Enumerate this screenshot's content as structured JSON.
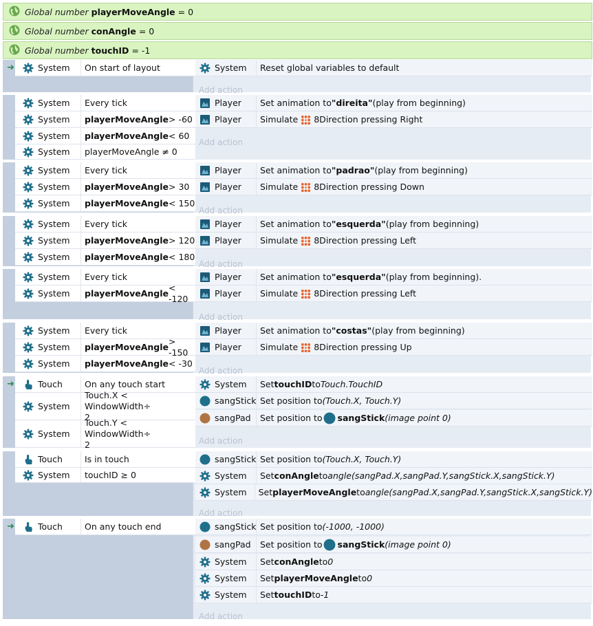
{
  "globals": [
    {
      "keyword": "Global number",
      "name": "playerMoveAngle",
      "value": "= 0"
    },
    {
      "keyword": "Global number",
      "name": "conAngle",
      "value": "= 0"
    },
    {
      "keyword": "Global number",
      "name": "touchID",
      "value": "= -1"
    }
  ],
  "add_action": "Add action",
  "objects": {
    "system": "System",
    "player": "Player",
    "touch": "Touch",
    "sangStick": "sangStick",
    "sangPad": "sangPad"
  },
  "events": [
    {
      "conditions": [
        {
          "obj": "System",
          "text": "On start of layout",
          "trigger": true
        }
      ],
      "actions": [
        {
          "obj": "System",
          "text": "Reset global variables to default"
        }
      ]
    },
    {
      "conditions": [
        {
          "obj": "System",
          "text": "Every tick"
        },
        {
          "obj": "System",
          "bold": "playerMoveAngle",
          "rest": " > -60"
        },
        {
          "obj": "System",
          "bold": "playerMoveAngle",
          "rest": " < 60"
        },
        {
          "obj": "System",
          "text": "playerMoveAngle ≠ 0"
        }
      ],
      "actions": [
        {
          "obj": "Player",
          "pre": "Set animation to ",
          "bold": "\"direita\"",
          "post": " (play from beginning)"
        },
        {
          "obj": "Player",
          "pre": "Simulate ",
          "beh": "8Direction",
          "post": " pressing Right"
        }
      ]
    },
    {
      "conditions": [
        {
          "obj": "System",
          "text": "Every tick"
        },
        {
          "obj": "System",
          "bold": "playerMoveAngle",
          "rest": " > 30"
        },
        {
          "obj": "System",
          "bold": "playerMoveAngle",
          "rest": " < 150"
        }
      ],
      "actions": [
        {
          "obj": "Player",
          "pre": "Set animation to ",
          "bold": "\"padrao\"",
          "post": " (play from beginning)"
        },
        {
          "obj": "Player",
          "pre": "Simulate ",
          "beh": "8Direction",
          "post": " pressing Down"
        }
      ]
    },
    {
      "conditions": [
        {
          "obj": "System",
          "text": "Every tick"
        },
        {
          "obj": "System",
          "bold": "playerMoveAngle",
          "rest": " > 120"
        },
        {
          "obj": "System",
          "bold": "playerMoveAngle",
          "rest": " < 180"
        }
      ],
      "actions": [
        {
          "obj": "Player",
          "pre": "Set animation to ",
          "bold": "\"esquerda\"",
          "post": " (play from beginning)"
        },
        {
          "obj": "Player",
          "pre": "Simulate ",
          "beh": "8Direction",
          "post": " pressing Left"
        }
      ]
    },
    {
      "conditions": [
        {
          "obj": "System",
          "text": "Every tick"
        },
        {
          "obj": "System",
          "bold": "playerMoveAngle",
          "rest": " < -120"
        }
      ],
      "actions": [
        {
          "obj": "Player",
          "pre": "Set animation to ",
          "bold": "\"esquerda\"",
          "post": " (play from beginning)."
        },
        {
          "obj": "Player",
          "pre": "Simulate ",
          "beh": "8Direction",
          "post": " pressing Left"
        }
      ]
    },
    {
      "conditions": [
        {
          "obj": "System",
          "text": "Every tick"
        },
        {
          "obj": "System",
          "bold": "playerMoveAngle",
          "rest": " > -150"
        },
        {
          "obj": "System",
          "bold": "playerMoveAngle",
          "rest": " < -30"
        }
      ],
      "actions": [
        {
          "obj": "Player",
          "pre": "Set animation to ",
          "bold": "\"costas\"",
          "post": " (play from beginning)"
        },
        {
          "obj": "Player",
          "pre": "Simulate ",
          "beh": "8Direction",
          "post": " pressing Up"
        }
      ]
    },
    {
      "conditions": [
        {
          "obj": "Touch",
          "text": "On any touch start",
          "trigger": true
        },
        {
          "obj": "System",
          "text": "Touch.X < WindowWidth÷\n2"
        },
        {
          "obj": "System",
          "text": "Touch.Y < WindowWidth÷\n2"
        }
      ],
      "actions": [
        {
          "obj": "System",
          "pre": "Set ",
          "bold": "touchID",
          "post": " to ",
          "ital": "Touch.TouchID"
        },
        {
          "obj": "sangStick",
          "pre": "Set position to ",
          "ital": "(Touch.X, Touch.Y)"
        },
        {
          "obj": "sangPad",
          "pre": "Set position to ",
          "ref": "sangStick",
          "ital": " (image point 0)"
        }
      ]
    },
    {
      "conditions": [
        {
          "obj": "Touch",
          "text": "Is in touch"
        },
        {
          "obj": "System",
          "text": "touchID ≥ 0"
        }
      ],
      "actions": [
        {
          "obj": "sangStick",
          "pre": "Set position to ",
          "ital": "(Touch.X, Touch.Y)"
        },
        {
          "obj": "System",
          "pre": "Set ",
          "bold": "conAngle",
          "post": " to ",
          "ital": "angle(sangPad.X,sangPad.Y,sangStick.X,sangStick.Y)"
        },
        {
          "obj": "System",
          "pre": "Set ",
          "bold": "playerMoveAngle",
          "post": " to ",
          "ital": "angle(sangPad.X,sangPad.Y,sangStick.X,sangStick.Y)"
        }
      ]
    },
    {
      "conditions": [
        {
          "obj": "Touch",
          "text": "On any touch end",
          "trigger": true
        }
      ],
      "actions": [
        {
          "obj": "sangStick",
          "pre": "Set position to ",
          "ital": "(-1000, -1000)"
        },
        {
          "obj": "sangPad",
          "pre": "Set position to ",
          "ref": "sangStick",
          "ital": " (image point 0)"
        },
        {
          "obj": "System",
          "pre": "Set ",
          "bold": "conAngle",
          "post": " to ",
          "ital": "0"
        },
        {
          "obj": "System",
          "pre": "Set ",
          "bold": "playerMoveAngle",
          "post": " to ",
          "ital": "0"
        },
        {
          "obj": "System",
          "pre": "Set ",
          "bold": "touchID",
          "post": " to ",
          "ital": "-1"
        }
      ]
    }
  ],
  "colors": {
    "global_bg": "#d9f4c0",
    "event_bg": "#c3cfde",
    "action_bg": "#f1f4f9",
    "gear": "#1f6f8b",
    "player_icon": "#1c5a78",
    "sangStick": "#1f6f8b",
    "sangPad": "#b07444",
    "behavior": "#e8622a"
  }
}
